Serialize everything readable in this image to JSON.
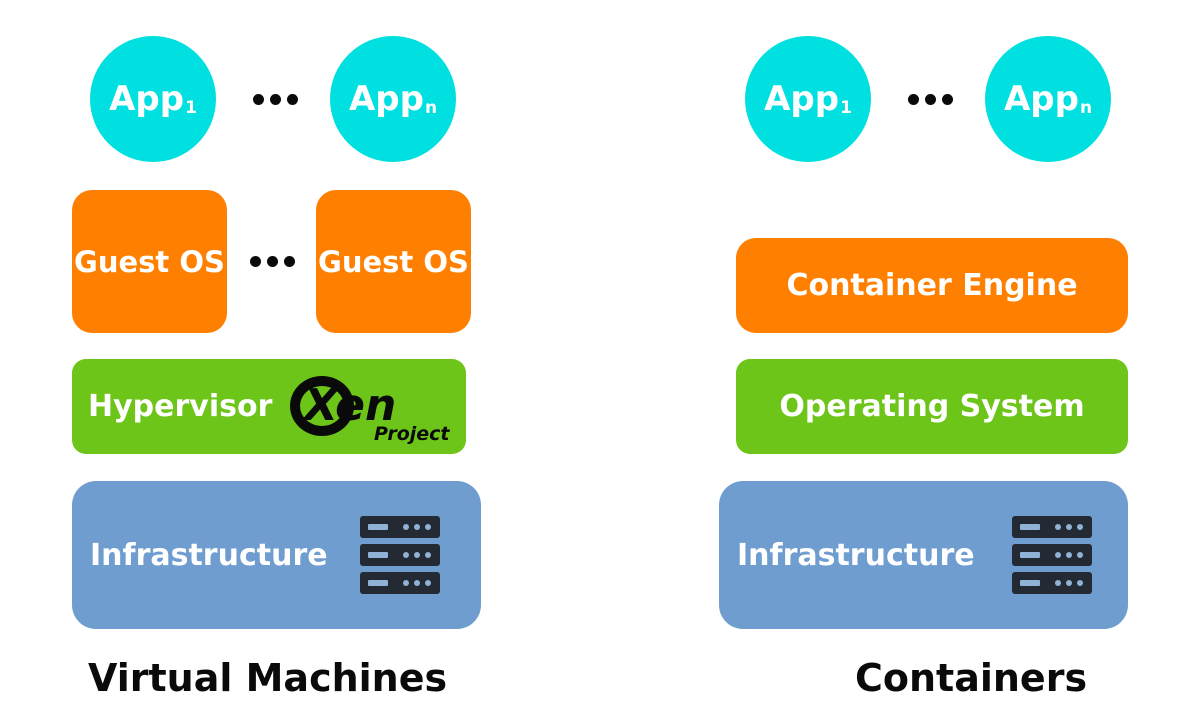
{
  "vm": {
    "app_first": "App",
    "app_first_sub": "1",
    "app_last": "App",
    "app_last_sub": "n",
    "guest_os_1": "Guest OS",
    "guest_os_2": "Guest OS",
    "hypervisor": "Hypervisor",
    "xen_logo": {
      "word": "Xen",
      "sub": "Project"
    },
    "infrastructure": "Infrastructure",
    "caption": "Virtual Machines"
  },
  "containers": {
    "app_first": "App",
    "app_first_sub": "1",
    "app_last": "App",
    "app_last_sub": "n",
    "engine": "Container Engine",
    "os": "Operating System",
    "infrastructure": "Infrastructure",
    "caption": "Containers"
  },
  "colors": {
    "app": "#00e0e0",
    "guest_os": "#ff8000",
    "hypervisor": "#6cc518",
    "infrastructure": "#6f9dcf"
  },
  "icons": [
    "ellipsis-icon",
    "server-rack-icon",
    "xen-project-logo"
  ]
}
